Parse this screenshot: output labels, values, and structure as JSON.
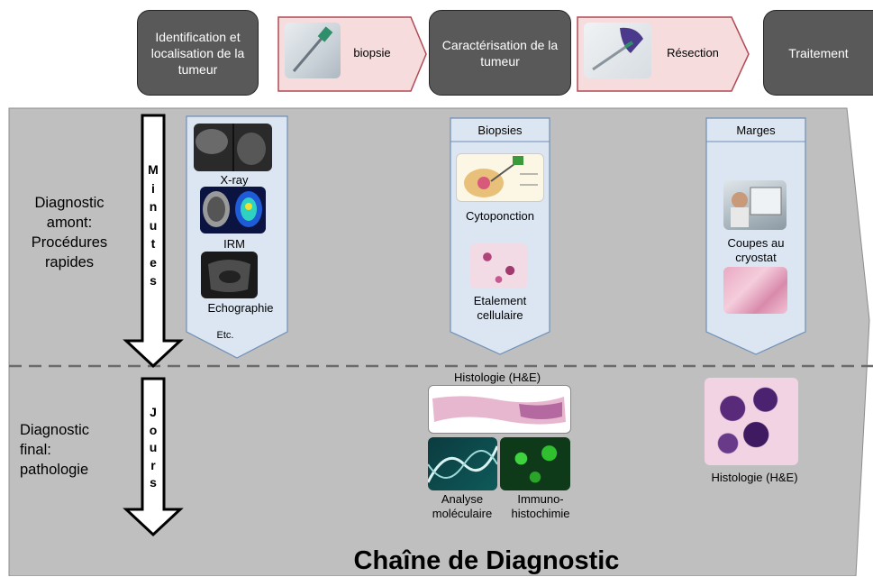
{
  "steps": {
    "identification": "Identification et localisation de la tumeur",
    "biopsie": "biopsie",
    "caracterisation": "Caractérisation de la tumeur",
    "resection": "Résection",
    "traitement": "Traitement"
  },
  "rows": {
    "upper_label": "Diagnostic amont: Procédures rapides",
    "lower_label": "Diagnostic final: pathologie"
  },
  "arrows": {
    "upper_text": "Minutes",
    "lower_text": "Jours"
  },
  "imaging_panel": {
    "items": [
      "X-ray",
      "IRM",
      "Echographie",
      "Etc."
    ]
  },
  "biopsies_panel": {
    "header": "Biopsies",
    "items": [
      "Cytoponction",
      "Etalement cellulaire"
    ]
  },
  "margins_panel": {
    "header": "Marges",
    "items": [
      "Coupes au cryostat"
    ]
  },
  "final_histo": {
    "center_title": "Histologie (H&E)",
    "analysis_label": "Analyse moléculaire",
    "ihc_label": "Immuno-histochimie",
    "right_label": "Histologie (H&E)"
  },
  "footer": {
    "title": "Chaîne de Diagnostic"
  },
  "colors": {
    "dark_step": "#595959",
    "pink_step": "#f6dcdc",
    "pink_border": "#b04a55",
    "band": "#bfbfbf",
    "panel": "#dce6f2",
    "panel_border": "#6e8fb5"
  }
}
